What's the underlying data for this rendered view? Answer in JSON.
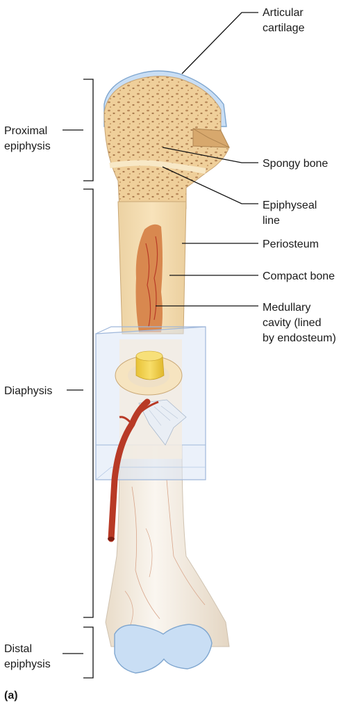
{
  "labels": {
    "articular_cartilage": [
      "Articular",
      "cartilage"
    ],
    "spongy_bone": [
      "Spongy bone"
    ],
    "epiphyseal_line": [
      "Epiphyseal",
      "line"
    ],
    "periosteum": [
      "Periosteum"
    ],
    "compact_bone": [
      "Compact bone"
    ],
    "medullary_cavity": [
      "Medullary",
      "cavity (lined",
      "by endosteum)"
    ],
    "proximal_epiphysis": [
      "Proximal",
      "epiphysis"
    ],
    "diaphysis": [
      "Diaphysis"
    ],
    "distal_epiphysis": [
      "Distal",
      "epiphysis"
    ]
  },
  "panel_label": "(a)",
  "colors": {
    "spongy_bone": "#efcf9a",
    "compact_bone": "#f5dcae",
    "cartilage": "#c9def4",
    "cartilage_edge": "#7fa6cf",
    "marrow": "#d8884f",
    "blood_vessel": "#b83a26",
    "bone_surface": "#f2ece4",
    "box": "#c8d8f0",
    "yellow_marrow": "#f0d050"
  }
}
